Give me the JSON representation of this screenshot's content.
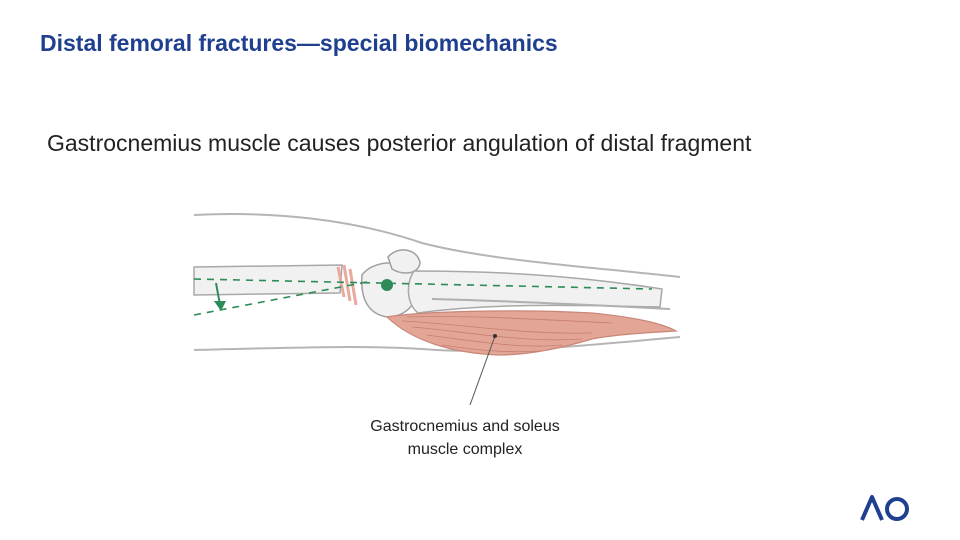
{
  "slide": {
    "title": "Distal femoral fractures—special biomechanics",
    "subtitle": "Gastrocnemius muscle causes posterior angulation of distal fragment",
    "caption_line1": "Gastrocnemius and soleus",
    "caption_line2": "muscle complex"
  },
  "colors": {
    "title": "#1f3f8f",
    "logo": "#1f3f8f",
    "muscle": "#e2a596",
    "fracture": "#e9a99d",
    "arrow": "#2e8b57",
    "bone": "#f1f1f1",
    "outline": "#9c9c9c"
  },
  "icons": {
    "logo": "ao-foundation-logo",
    "pivot": "pivot-dot-icon",
    "arrow": "angulation-arrow-icon"
  }
}
